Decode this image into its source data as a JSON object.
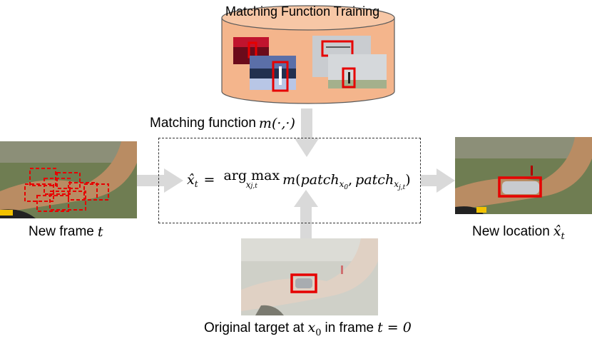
{
  "cylinder": {
    "title": "Matching Function Training",
    "fill": "#f4b58c",
    "stroke": "#5a5a5a"
  },
  "matching_function": {
    "label": "Matching function",
    "symbol": "m(·,·)"
  },
  "formula": {
    "lhs": "x̂",
    "lhs_sub": "t",
    "eq": "=",
    "op_top": "arg max",
    "op_bottom": "x",
    "op_bottom_sub": "j,t",
    "fn": "m",
    "args_open": "(",
    "patch": "patch",
    "arg1_sub": "x",
    "arg1_subsub": "0",
    "comma": ",",
    "arg2_sub": "x",
    "arg2_subsub": "j,t",
    "args_close": ")"
  },
  "captions": {
    "new_frame_text": "New frame",
    "new_frame_var": "t",
    "new_location_text": "New location",
    "new_location_var": "x̂",
    "new_location_sub": "t",
    "original_prefix": "Original target at",
    "original_var": "x",
    "original_var_sub": "0",
    "original_mid": "in frame",
    "original_eq": "t = 0"
  },
  "colors": {
    "arrow": "#d9d9d9",
    "box_red": "#e60000",
    "dashed_red": "#e60000",
    "dashed_border": "#333333"
  }
}
